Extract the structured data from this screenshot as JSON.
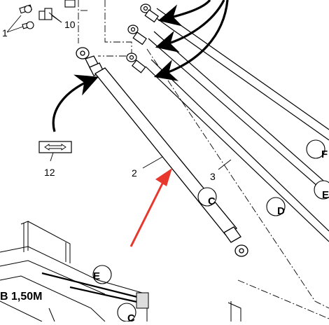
{
  "callouts": {
    "part_1": "1",
    "part_10": "10",
    "part_2": "2",
    "part_3": "3",
    "part_12": "12"
  },
  "circles": {
    "c_main": "C",
    "c_bottom": "C",
    "d": "D",
    "e": "E",
    "f": "F",
    "e_right": "E"
  },
  "machine_label": "B 1,50M",
  "colors": {
    "line": "#000000",
    "annotation_arrow": "#e8372c",
    "background": "#ffffff"
  },
  "icons": {
    "label_tag": "double-arrow-tag-icon",
    "annotation": "red-arrow-icon"
  }
}
